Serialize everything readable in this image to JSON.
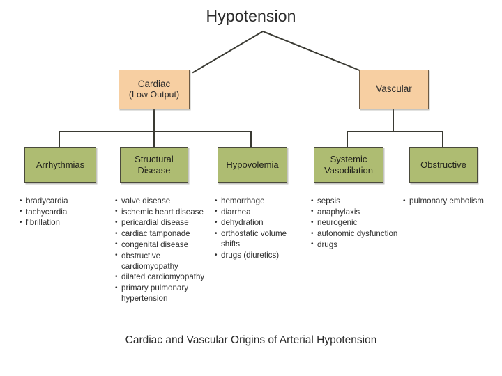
{
  "diagram": {
    "title": "Hypotension",
    "caption": "Cardiac and Vascular Origins of Arterial Hypotension",
    "colors": {
      "primary_node": "#f7cfa2",
      "secondary_node": "#aebc72",
      "line": "#3a3a33",
      "text": "#2b2b2b",
      "background": "#ffffff"
    }
  },
  "nodes": {
    "root": {
      "label": "Hypotension"
    },
    "cardiac": {
      "label": "Cardiac",
      "sub": "(Low Output)"
    },
    "vascular": {
      "label": "Vascular"
    },
    "arrhythmias": {
      "label": "Arrhythmias"
    },
    "structural": {
      "line1": "Structural",
      "line2": "Disease"
    },
    "hypovolemia": {
      "label": "Hypovolemia"
    },
    "vasodilation": {
      "line1": "Systemic",
      "line2": "Vasodilation"
    },
    "obstructive": {
      "label": "Obstructive"
    }
  },
  "lists": {
    "arrhythmias": [
      "bradycardia",
      "tachycardia",
      "fibrillation"
    ],
    "structural": [
      "valve disease",
      "ischemic heart disease",
      "pericardial disease",
      "cardiac tamponade",
      "congenital disease",
      "obstructive cardiomyopathy",
      "dilated cardiomyopathy",
      "primary pulmonary hypertension"
    ],
    "hypovolemia": [
      "hemorrhage",
      "diarrhea",
      "dehydration",
      "orthostatic volume shifts",
      "drugs (diuretics)"
    ],
    "vasodilation": [
      "sepsis",
      "anaphylaxis",
      "neurogenic",
      "autonomic dysfunction",
      "drugs"
    ],
    "obstructive": [
      "pulmonary embolism"
    ]
  }
}
